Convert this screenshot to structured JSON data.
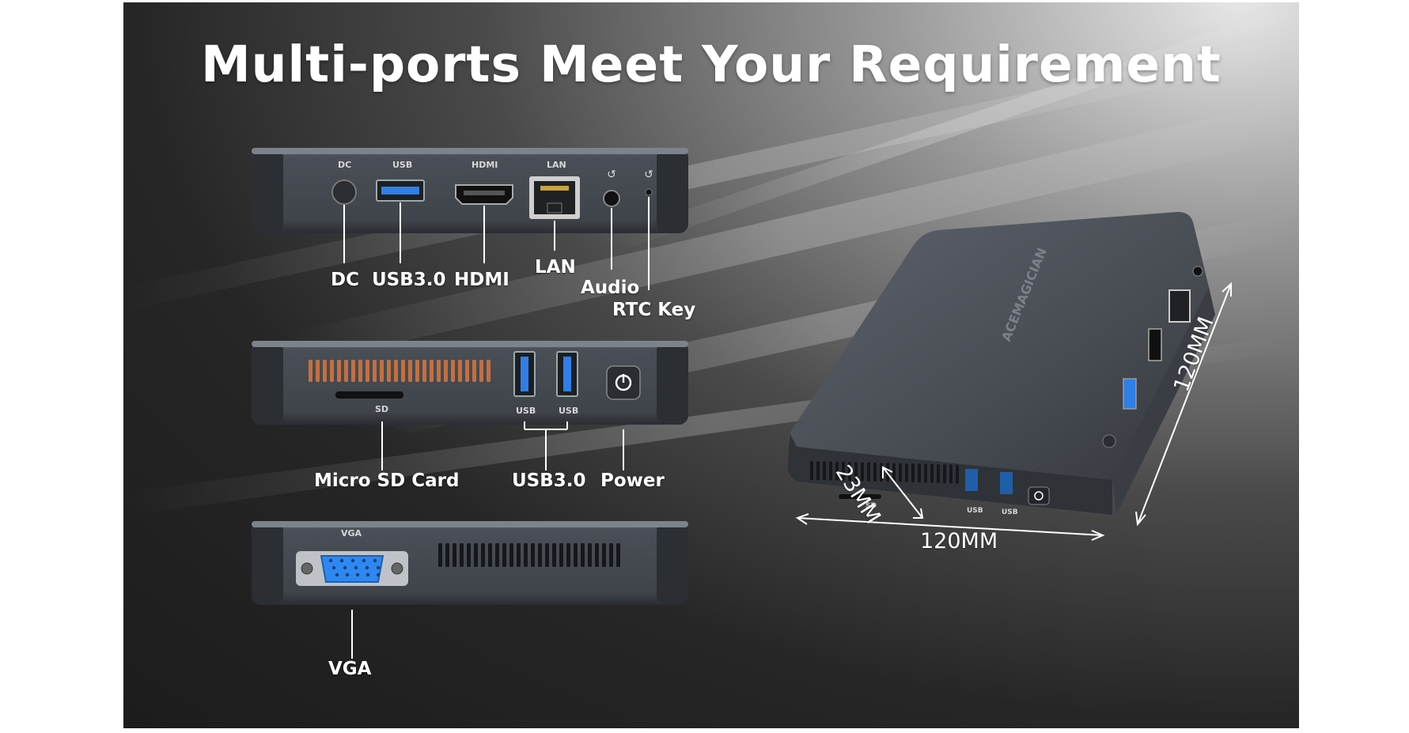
{
  "title": "Multi-ports Meet Your Requirement",
  "front_panel": {
    "ports": [
      "DC",
      "USB",
      "HDMI",
      "LAN"
    ],
    "labels": [
      "DC",
      "USB3.0",
      "HDMI",
      "LAN",
      "Audio",
      "RTC Key"
    ]
  },
  "side_panel": {
    "ports": [
      "SD",
      "USB",
      "USB"
    ],
    "labels": [
      "Micro SD Card",
      "USB3.0",
      "Power"
    ]
  },
  "back_panel": {
    "ports": [
      "VGA"
    ],
    "labels": [
      "VGA"
    ]
  },
  "device": {
    "brand": "ACEMAGICIAN",
    "ports": [
      "SD",
      "USB",
      "USB"
    ],
    "dimensions": {
      "height": "23MM",
      "width": "120MM",
      "depth": "120MM"
    }
  },
  "colors": {
    "usb_blue": "#2f7fe8",
    "vga_blue": "#2f88f0",
    "vent_copper": "#c2703f",
    "case": "#4a4f57"
  }
}
